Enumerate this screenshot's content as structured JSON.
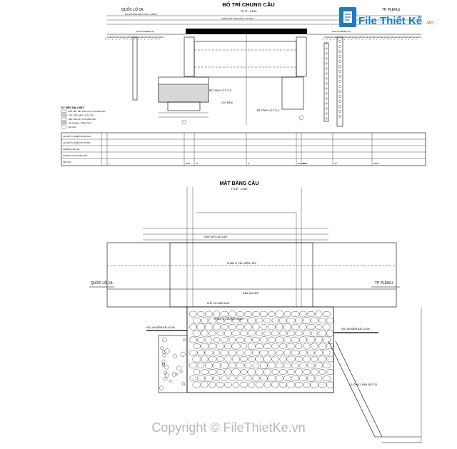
{
  "title_top": "BỐ TRÍ CHUNG CẦU",
  "scale_top": "TỈ LỆ : 1/150",
  "title_plan": "MẶT BẰNG CẦU",
  "scale_plan": "TỈ LỆ : 1/150",
  "left_route": "QUỐC LỘ 1A",
  "right_route": "TP PLEIKU",
  "left_route_plan": "QUỐC LỘ 1A",
  "right_route_plan": "TP PLEIKU",
  "label_bridge_len": "CHIỀU DÀI TOÀN CẦU L=17440",
  "label_road_left": "HAI ĐƯỜNG ĐẦU CẦU L=16000",
  "label_road_right": "ĐƯỜNG",
  "label_lkd_left": "LKD-HYM4(BH/TC)",
  "label_lkd_right": "LKD-HYM5(BH/TC)",
  "legend_title": "KÝ HIỆU ĐỊA CHẤT:",
  "legend_items": [
    "ĐẤT SÉT, SÉT PHA CÁT, LẪN DĂM SẠN",
    "CÁT, SÉT, DĂM, CUỘI, SỎI",
    "SÉT PHA CÁT, LẪN DĂM SẠN",
    "ĐÁ MAGMA, TRẦM TÍCH",
    "ĐÁ GỐC"
  ],
  "table_rows": [
    "CAO ĐỘ TỰ NHIÊN TIM NGANG",
    "CAO ĐỘ TỰ NHIÊN TẠI TIM MÓ",
    "KHOẢNG CÁCH LẺ",
    "KHOẢNG CÁCH CỘNG DỒN",
    "TÊN CỌC"
  ],
  "stakes": [
    "6",
    "ĐM1",
    "75",
    "8",
    "101-NG",
    "ĐM2",
    "H2",
    "ND05"
  ],
  "note_concrete": "BÊ TÔNG LÓT C15",
  "note_sand": "CÁT ĐẦM",
  "note_concrete2": "BÊ TÔNG LÓT C15",
  "plan_lane": "PHẠM VI CẦU HIỆN HỮU",
  "plan_slab": "BẢN QUÁ ĐỘ",
  "plan_new": "PHẠM VI CẦU MỞ RỘNG",
  "plan_guard_left": "HỘ LAN MỀM BẢI 10.0M",
  "plan_guard_right": "HỘ LAN MỀM BẢI 10.0M",
  "plan_wall": "TƯỜNG CHẮN ĐẤT CĐ",
  "plan_joint": "KHE CO GIÃN DỌC",
  "plan_new_lane": "THAY MỚI LAN CAN",
  "watermark_top": "File Thiết Kế",
  "watermark_top_suffix": ".vn",
  "watermark_bottom": "Copyright © FileThietKe.vn",
  "colors": {
    "brand_blue": "#1f7ac4",
    "brand_orange": "#e8761b",
    "wm_gray": "#b8b8b8"
  }
}
